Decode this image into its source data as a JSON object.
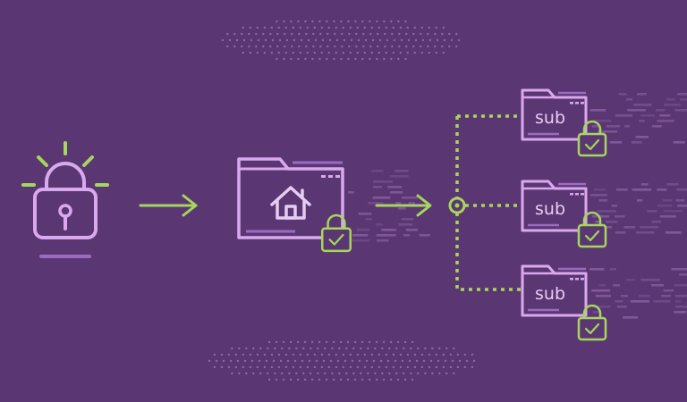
{
  "diagram": {
    "colors": {
      "background": "#5a3772",
      "lilac": "#d9a8ee",
      "lilac_light": "#e7ccf2",
      "green": "#a6d65c",
      "dots": "#8b6aa0",
      "dashes": "#8a5fa6"
    },
    "subfolders": [
      {
        "label": "sub"
      },
      {
        "label": "sub"
      },
      {
        "label": "sub"
      }
    ]
  }
}
